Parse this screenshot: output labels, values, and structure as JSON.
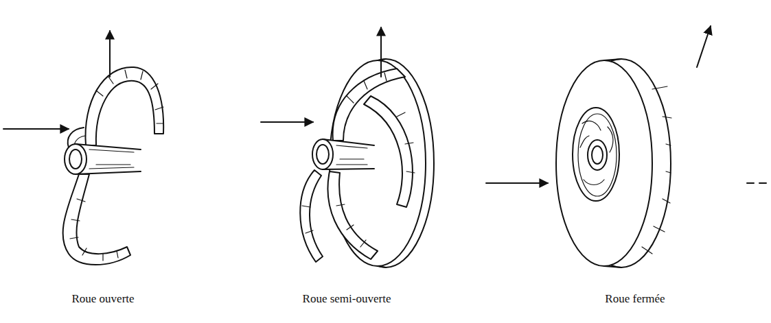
{
  "diagram": {
    "labels": [
      "Roue ouverte",
      "Roue semi-ouverte",
      "Roue fermée"
    ]
  }
}
